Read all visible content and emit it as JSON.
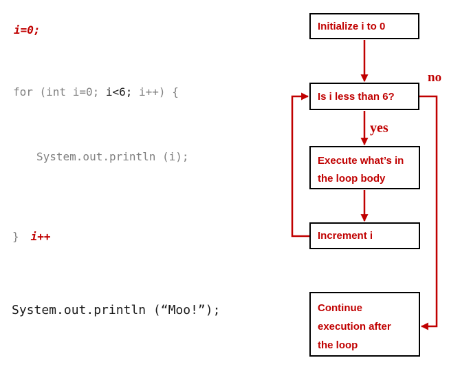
{
  "colors": {
    "accent_red": "#c00000",
    "code_gray": "#808080",
    "code_black": "#1a1a1a",
    "box_border": "#000000",
    "background": "#ffffff"
  },
  "code": {
    "init_line": "i=0;",
    "for_line_pre": "for (int i=0; ",
    "for_line_cond": "i<6;",
    "for_line_post": " i++) {",
    "body_line": "System.out.println (i);",
    "close_brace": "}",
    "increment_annotation": "i++",
    "after_line": "System.out.println (“Moo!”);"
  },
  "flowchart": {
    "box_initialize": "Initialize i to 0",
    "box_condition": "Is i less than 6?",
    "box_body_lines": [
      "Execute what’s in",
      "the loop body"
    ],
    "box_increment": "Increment i",
    "box_continue_lines": [
      "Continue",
      "execution after",
      "the loop"
    ],
    "label_yes": "yes",
    "label_no": "no"
  }
}
